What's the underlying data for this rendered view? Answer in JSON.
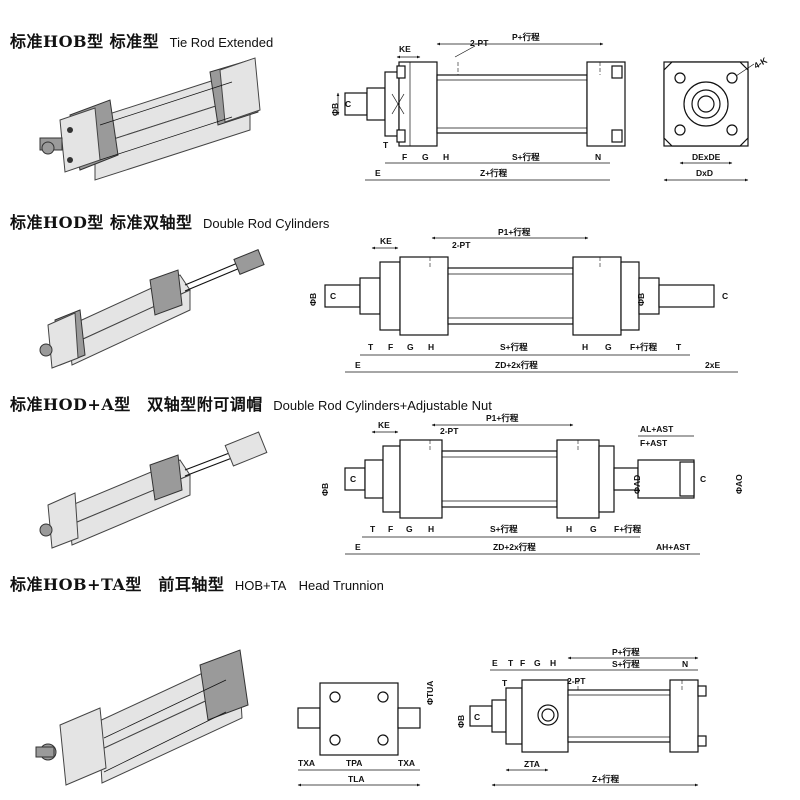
{
  "sections": [
    {
      "id": "hob",
      "title_cn": "标准HOB型 标准型",
      "title_en": "Tie Rod Extended"
    },
    {
      "id": "hod",
      "title_cn": "标准HOD型 标准双轴型",
      "title_en": "Double Rod Cylinders"
    },
    {
      "id": "hoda",
      "title_cn": "标准HOD+A型　双轴型附可调帽",
      "title_en": "Double Rod Cylinders+Adjustable Nut"
    },
    {
      "id": "hobta",
      "title_cn": "标准HOB+TA型　前耳轴型",
      "title_en": "HOB+TA　Head Trunnion"
    }
  ],
  "dims": {
    "ke": "KE",
    "pt": "2-PT",
    "p": "P+行程",
    "p1": "P1+行程",
    "phi_b": "ΦB",
    "c": "C",
    "t": "T",
    "f": "F",
    "g": "G",
    "h": "H",
    "s": "S+行程",
    "n": "N",
    "e": "E",
    "z": "Z+行程",
    "zd": "ZD+2x行程",
    "two_e": "2xE",
    "f_stroke": "F+行程",
    "four_k": "4-K",
    "dexde": "DExDE",
    "dxd": "DxD",
    "al_ast": "AL+AST",
    "f_ast": "F+AST",
    "ah_ast": "AH+AST",
    "phi_ao": "ΦAO",
    "phi_ad": "ΦAD",
    "phi_tua": "ΦTUA",
    "txa": "TXA",
    "tpa": "TPA",
    "tla": "TLA",
    "zta": "ZTA"
  }
}
